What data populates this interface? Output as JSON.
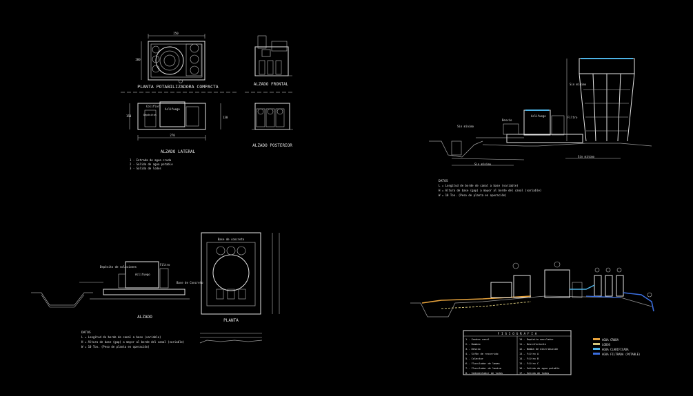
{
  "drawing_1": {
    "title_plan": "PLANTA POTABILIZADORA COMPACTA",
    "title_front": "ALZADO FRONTAL",
    "title_side": "ALZADO LATERAL",
    "title_rear": "ALZADO POSTERIOR",
    "lbl_coliflor": "Coliflor",
    "lbl_aclifuego": "Aclifuego",
    "lbl_depositos": "Depósitos",
    "notes": [
      "1 - Entrada de agua cruda",
      "2 - Salida de agua potable",
      "3 - Salida de lodos"
    ]
  },
  "drawing_2": {
    "lbl_min_1": "Sin mínimo",
    "lbl_min_2": "Sin mínimo",
    "lbl_min_3": "Sin mínimo",
    "lbl_min_4": "Sin mínimo",
    "lbl_desvio": "Desvío",
    "lbl_aclifuego": "Aclifuego",
    "lbl_filtro": "Filtro",
    "datos_title": "DATOS",
    "datos": [
      "L = Longitud de borde de canal a base (variable)",
      "H = Altura de base (gap) a mayor al borde del canal (variable)",
      "W = 10 Ton. (Peso de planta en operación)"
    ]
  },
  "drawing_3": {
    "lbl_deposito": "Depósito de soluciones",
    "lbl_aclifuego": "Aclifuego",
    "lbl_filtro": "Filtro",
    "lbl_base": "Base de Concreto",
    "title_alzado": "ALZADO",
    "title_planta": "PLANTA",
    "lbl_base_conc": "Base de concreto",
    "datos_title": "DATOS",
    "datos": [
      "L = Longitud de borde de canal a base (variable)",
      "H = Altura de base (gap) a mayor al borde del canal (variable)",
      "W = 10 Ton. (Peso de planta en operación)"
    ]
  },
  "drawing_4": {
    "table_title": "F I S I O G R A F I A",
    "table_left": [
      "1.- Sondeo canal",
      "2.- Bombeo",
      "3.- Desvío",
      "4.- Sifón de recorrido",
      "5.- Colector",
      "6.- Floculador de lamas",
      "7.- Floculador de lamina",
      "8.- Sedimentador de lodos"
    ],
    "table_right": [
      "10.- Depósito mezclador",
      "11.- Desinfectante",
      "12.- Bomba de distribución",
      "13.- Filtro A",
      "14.- Filtro B",
      "15.- Filtro C",
      "16.- Salida de agua potable",
      "17.- Salida de lodos"
    ],
    "legend": [
      {
        "label": "AGUA CRUDA",
        "color": "#e8a33c"
      },
      {
        "label": "LODOS",
        "color": "#d4c57a"
      },
      {
        "label": "AGUA CLARIFICADA",
        "color": "#4db3e6"
      },
      {
        "label": "AGUA FILTRADA (POTABLE)",
        "color": "#3b6fe0"
      }
    ]
  }
}
